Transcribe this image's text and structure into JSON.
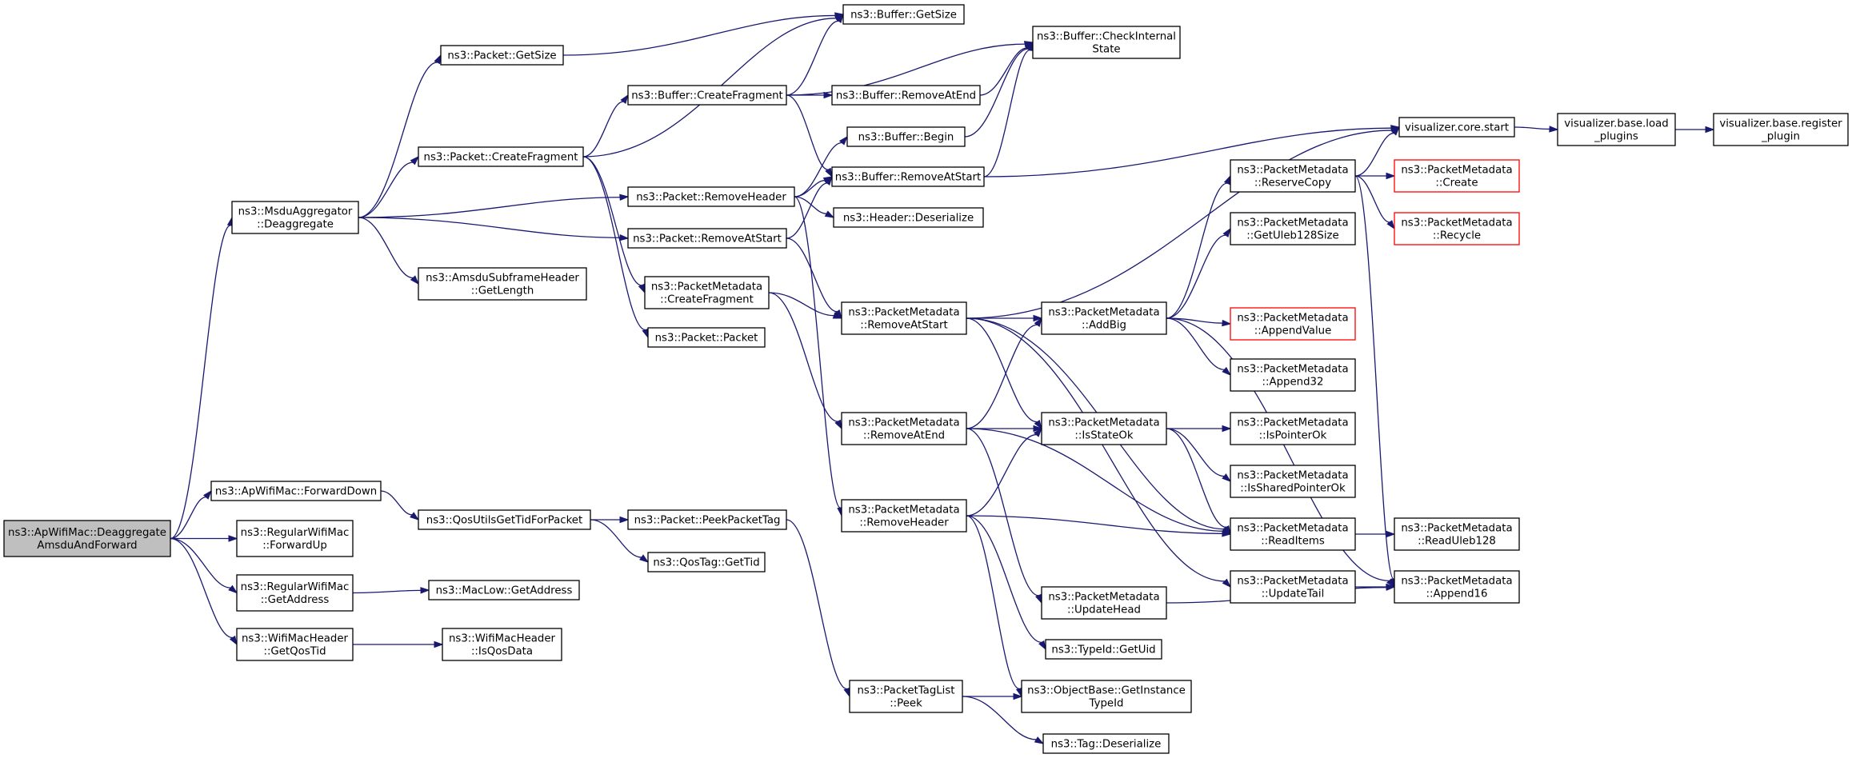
{
  "colors": {
    "edge": "#191970",
    "node_border": "#000000",
    "root_fill": "#bfbfbf",
    "incomplete_border": "#ff0000"
  },
  "nodes": {
    "root": [
      "ns3::ApWifiMac::Deaggregate",
      "AmsduAndForward"
    ],
    "msdu_deaggregate": [
      "ns3::MsduAggregator",
      "::Deaggregate"
    ],
    "fwd_down": [
      "ns3::ApWifiMac::ForwardDown"
    ],
    "reg_fwd_up": [
      "ns3::RegularWifiMac",
      "::ForwardUp"
    ],
    "reg_get_addr": [
      "ns3::RegularWifiMac",
      "::GetAddress"
    ],
    "hdr_get_qos": [
      "ns3::WifiMacHeader",
      "::GetQosTid"
    ],
    "pkt_getsize": [
      "ns3::Packet::GetSize"
    ],
    "pkt_create_frag": [
      "ns3::Packet::CreateFragment"
    ],
    "amsdu_getlen": [
      "ns3::AmsduSubframeHeader",
      "::GetLength"
    ],
    "qos_utils": [
      "ns3::QosUtilsGetTidForPacket"
    ],
    "maclow_getaddr": [
      "ns3::MacLow::GetAddress"
    ],
    "hdr_isqos": [
      "ns3::WifiMacHeader",
      "::IsQosData"
    ],
    "buf_getsize": [
      "ns3::Buffer::GetSize"
    ],
    "buf_create_frag": [
      "ns3::Buffer::CreateFragment"
    ],
    "pkt_remove_hdr": [
      "ns3::Packet::RemoveHeader"
    ],
    "pkt_remove_atstart": [
      "ns3::Packet::RemoveAtStart"
    ],
    "pm_create_frag": [
      "ns3::PacketMetadata",
      "::CreateFragment"
    ],
    "pkt_packet": [
      "ns3::Packet::Packet"
    ],
    "pkt_peek_tag": [
      "ns3::Packet::PeekPacketTag"
    ],
    "qostag_gettid": [
      "ns3::QosTag::GetTid"
    ],
    "ptl_peek": [
      "ns3::PacketTagList",
      "::Peek"
    ],
    "buf_check": [
      "ns3::Buffer::CheckInternal",
      "State"
    ],
    "buf_remove_atend": [
      "ns3::Buffer::RemoveAtEnd"
    ],
    "buf_begin": [
      "ns3::Buffer::Begin"
    ],
    "buf_remove_atstart": [
      "ns3::Buffer::RemoveAtStart"
    ],
    "hdr_deserialize": [
      "ns3::Header::Deserialize"
    ],
    "pm_remove_atstart": [
      "ns3::PacketMetadata",
      "::RemoveAtStart"
    ],
    "pm_remove_atend": [
      "ns3::PacketMetadata",
      "::RemoveAtEnd"
    ],
    "pm_remove_hdr": [
      "ns3::PacketMetadata",
      "::RemoveHeader"
    ],
    "pm_addbig": [
      "ns3::PacketMetadata",
      "::AddBig"
    ],
    "pm_isstateok": [
      "ns3::PacketMetadata",
      "::IsStateOk"
    ],
    "pm_updatehead": [
      "ns3::PacketMetadata",
      "::UpdateHead"
    ],
    "typeid_getuid": [
      "ns3::TypeId::GetUid"
    ],
    "ob_getinstance": [
      "ns3::ObjectBase::GetInstance",
      "TypeId"
    ],
    "tag_deserialize": [
      "ns3::Tag::Deserialize"
    ],
    "vis_core_start": [
      "visualizer.core.start"
    ],
    "pm_reservecopy": [
      "ns3::PacketMetadata",
      "::ReserveCopy"
    ],
    "pm_getuleb": [
      "ns3::PacketMetadata",
      "::GetUleb128Size"
    ],
    "pm_appendvalue": [
      "ns3::PacketMetadata",
      "::AppendValue"
    ],
    "pm_append32": [
      "ns3::PacketMetadata",
      "::Append32"
    ],
    "pm_ispointerok": [
      "ns3::PacketMetadata",
      "::IsPointerOk"
    ],
    "pm_issharedok": [
      "ns3::PacketMetadata",
      "::IsSharedPointerOk"
    ],
    "pm_readitems": [
      "ns3::PacketMetadata",
      "::ReadItems"
    ],
    "pm_updatetail": [
      "ns3::PacketMetadata",
      "::UpdateTail"
    ],
    "pm_create": [
      "ns3::PacketMetadata",
      "::Create"
    ],
    "pm_recycle": [
      "ns3::PacketMetadata",
      "::Recycle"
    ],
    "pm_readuleb": [
      "ns3::PacketMetadata",
      "::ReadUleb128"
    ],
    "pm_append16": [
      "ns3::PacketMetadata",
      "::Append16"
    ],
    "vis_load_plugins": [
      "visualizer.base.load",
      "_plugins"
    ],
    "vis_register_plugin": [
      "visualizer.base.register",
      "_plugin"
    ]
  },
  "edges": [
    [
      "root",
      "msdu_deaggregate"
    ],
    [
      "root",
      "fwd_down"
    ],
    [
      "root",
      "reg_fwd_up"
    ],
    [
      "root",
      "reg_get_addr"
    ],
    [
      "root",
      "hdr_get_qos"
    ],
    [
      "msdu_deaggregate",
      "pkt_getsize"
    ],
    [
      "msdu_deaggregate",
      "pkt_create_frag"
    ],
    [
      "msdu_deaggregate",
      "pkt_remove_hdr"
    ],
    [
      "msdu_deaggregate",
      "pkt_remove_atstart"
    ],
    [
      "msdu_deaggregate",
      "amsdu_getlen"
    ],
    [
      "fwd_down",
      "qos_utils"
    ],
    [
      "reg_get_addr",
      "maclow_getaddr"
    ],
    [
      "hdr_get_qos",
      "hdr_isqos"
    ],
    [
      "pkt_getsize",
      "buf_getsize"
    ],
    [
      "pkt_create_frag",
      "buf_getsize"
    ],
    [
      "pkt_create_frag",
      "buf_create_frag"
    ],
    [
      "pkt_create_frag",
      "pm_create_frag"
    ],
    [
      "pkt_create_frag",
      "pkt_packet"
    ],
    [
      "qos_utils",
      "pkt_peek_tag"
    ],
    [
      "qos_utils",
      "qostag_gettid"
    ],
    [
      "buf_create_frag",
      "buf_getsize"
    ],
    [
      "buf_create_frag",
      "buf_check"
    ],
    [
      "buf_create_frag",
      "buf_remove_atend"
    ],
    [
      "buf_create_frag",
      "buf_remove_atstart"
    ],
    [
      "pkt_remove_hdr",
      "buf_begin"
    ],
    [
      "pkt_remove_hdr",
      "buf_remove_atstart"
    ],
    [
      "pkt_remove_hdr",
      "hdr_deserialize"
    ],
    [
      "pkt_remove_hdr",
      "pm_remove_hdr"
    ],
    [
      "pkt_remove_atstart",
      "buf_remove_atstart"
    ],
    [
      "pkt_remove_atstart",
      "pm_remove_atstart"
    ],
    [
      "pm_create_frag",
      "pm_remove_atstart"
    ],
    [
      "pm_create_frag",
      "pm_remove_atend"
    ],
    [
      "pkt_peek_tag",
      "ptl_peek"
    ],
    [
      "buf_remove_atend",
      "buf_check"
    ],
    [
      "buf_begin",
      "buf_check"
    ],
    [
      "buf_remove_atstart",
      "buf_check"
    ],
    [
      "buf_remove_atstart",
      "vis_core_start"
    ],
    [
      "pm_remove_atstart",
      "vis_core_start"
    ],
    [
      "pm_remove_atstart",
      "pm_addbig"
    ],
    [
      "pm_remove_atstart",
      "pm_isstateok"
    ],
    [
      "pm_remove_atstart",
      "pm_readitems"
    ],
    [
      "pm_remove_atstart",
      "pm_updatetail"
    ],
    [
      "pm_remove_atend",
      "pm_addbig"
    ],
    [
      "pm_remove_atend",
      "pm_isstateok"
    ],
    [
      "pm_remove_atend",
      "pm_readitems"
    ],
    [
      "pm_remove_atend",
      "pm_updatehead"
    ],
    [
      "pm_remove_hdr",
      "pm_isstateok"
    ],
    [
      "pm_remove_hdr",
      "pm_readitems"
    ],
    [
      "pm_remove_hdr",
      "typeid_getuid"
    ],
    [
      "pm_remove_hdr",
      "ob_getinstance"
    ],
    [
      "ptl_peek",
      "ob_getinstance"
    ],
    [
      "ptl_peek",
      "tag_deserialize"
    ],
    [
      "pm_addbig",
      "pm_reservecopy"
    ],
    [
      "pm_addbig",
      "pm_getuleb"
    ],
    [
      "pm_addbig",
      "pm_appendvalue"
    ],
    [
      "pm_addbig",
      "pm_append32"
    ],
    [
      "pm_addbig",
      "pm_append16"
    ],
    [
      "pm_isstateok",
      "pm_ispointerok"
    ],
    [
      "pm_isstateok",
      "pm_issharedok"
    ],
    [
      "pm_isstateok",
      "pm_readitems"
    ],
    [
      "pm_updatehead",
      "pm_append16"
    ],
    [
      "vis_core_start",
      "vis_load_plugins"
    ],
    [
      "vis_load_plugins",
      "vis_register_plugin"
    ],
    [
      "pm_reservecopy",
      "vis_core_start"
    ],
    [
      "pm_reservecopy",
      "pm_create"
    ],
    [
      "pm_reservecopy",
      "pm_recycle"
    ],
    [
      "pm_reservecopy",
      "pm_append16"
    ],
    [
      "pm_readitems",
      "pm_readuleb"
    ],
    [
      "pm_updatetail",
      "pm_append16"
    ]
  ]
}
